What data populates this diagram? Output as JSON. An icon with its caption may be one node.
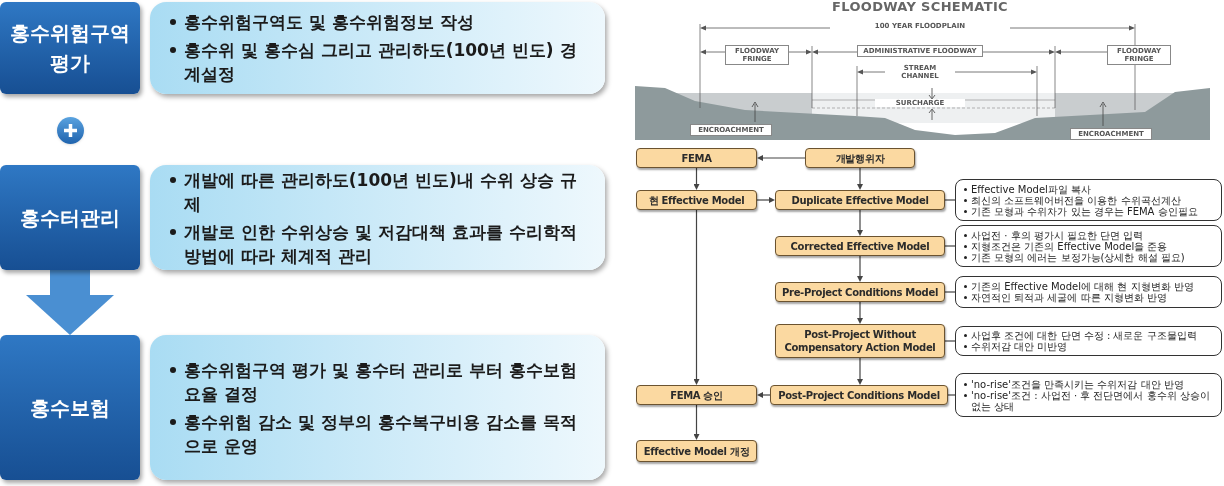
{
  "diagram": {
    "nodes": [
      {
        "text": [
          "홍수위험구역 평가"
        ]
      },
      {
        "text": [
          "홍수위험구역도 및 홍수위험정보 작성",
          "홍수위 및 홍수심 그리고 관리하도(100년 빈도) 경계설정"
        ]
      },
      {
        "text": [
          "홍수터관리"
        ]
      },
      {
        "text": [
          "개발에 따른 관리하도(100년 빈도)내 수위 상승 규제",
          "개발로 인한 수위상승 및 저감대책 효과를 수리학적 방법에 따라 체계적 관리"
        ]
      },
      {
        "text": [
          "홍수보험"
        ]
      },
      {
        "text": [
          "홍수위험구역 평가 및 홍수터 관리로 부터 홍수보험 요율 결정",
          "홍수위험 감소 및 정부의 홍수복구비용 감소를 목적으로 운영"
        ]
      },
      {
        "text": [
          "FEMA"
        ]
      },
      {
        "text": [
          "개발행위자"
        ]
      },
      {
        "text": [
          "현 Effective Model"
        ]
      },
      {
        "text": [
          "Duplicate Effective Model"
        ]
      },
      {
        "text": [
          "Effective Model파일 복사",
          "최신의 소프트웨어버전을 이용한 수위곡선계산",
          "기존 모형과 수위차가 있는 경우는 FEMA 승인필요"
        ]
      },
      {
        "text": [
          "Corrected Effective Model"
        ]
      },
      {
        "text": [
          "사업전 · 후의 평가시 필요한 단면 입력",
          "지형조건은 기존의 Effective Model을 준용",
          "기존 모형의 에러는 보정가능(상세한 해설 필요)"
        ]
      },
      {
        "text": [
          "Pre-Project Conditions Model"
        ]
      },
      {
        "text": [
          "기존의 Effective Model에 대해 현 지형변화 반영",
          "자연적인 퇴적과 세굴에 따른 지형변화 반영"
        ]
      },
      {
        "text": [
          "Post-Project Without Compensatory Action Model"
        ]
      },
      {
        "text": [
          "사업후 조건에 대한 단면 수정 : 새로운 구조물입력",
          "수위저감 대안 미반영"
        ]
      },
      {
        "text": [
          "FEMA 승인"
        ]
      },
      {
        "text": [
          "Post-Project Conditions Model"
        ]
      },
      {
        "text": [
          "'no-rise'조건을 만족시키는 수위저감 대안 반영",
          "'no-rise'조건 : 사업전 · 후 전단면에서 홍수위 상승이 없는 상태"
        ]
      },
      {
        "text": [
          "Effective Model 개정"
        ]
      }
    ],
    "edges": [
      {
        "from": 2,
        "to": 4,
        "arrow": "to",
        "style": "thick",
        "color": "#4a8fd2"
      },
      {
        "from": 7,
        "to": 6,
        "arrow": "to"
      },
      {
        "from": 6,
        "to": 8,
        "arrow": "to"
      },
      {
        "from": 7,
        "to": 9,
        "arrow": "to"
      },
      {
        "from": 8,
        "to": 9,
        "arrow": "to"
      },
      {
        "from": 9,
        "to": 10,
        "arrow": "none"
      },
      {
        "from": 9,
        "to": 11,
        "arrow": "to"
      },
      {
        "from": 11,
        "to": 12,
        "arrow": "none"
      },
      {
        "from": 11,
        "to": 13,
        "arrow": "to"
      },
      {
        "from": 13,
        "to": 14,
        "arrow": "none"
      },
      {
        "from": 13,
        "to": 15,
        "arrow": "to"
      },
      {
        "from": 15,
        "to": 16,
        "arrow": "none"
      },
      {
        "from": 15,
        "to": 18,
        "arrow": "to"
      },
      {
        "from": 18,
        "to": 19,
        "arrow": "none"
      },
      {
        "from": 18,
        "to": 17,
        "arrow": "to"
      },
      {
        "from": 8,
        "to": 17,
        "arrow": "to"
      },
      {
        "from": 17,
        "to": 20,
        "arrow": "to"
      }
    ],
    "labels": [
      "FLOODWAY SCHEMATIC",
      "100 YEAR FLOODPLAIN",
      "FLOODWAY FRINGE",
      "ADMINISTRATIVE FLOODWAY",
      "FLOODWAY FRINGE",
      "STREAM CHANNEL",
      "SURCHARGE",
      "ENCROACHMENT",
      "ENCROACHMENT"
    ]
  }
}
